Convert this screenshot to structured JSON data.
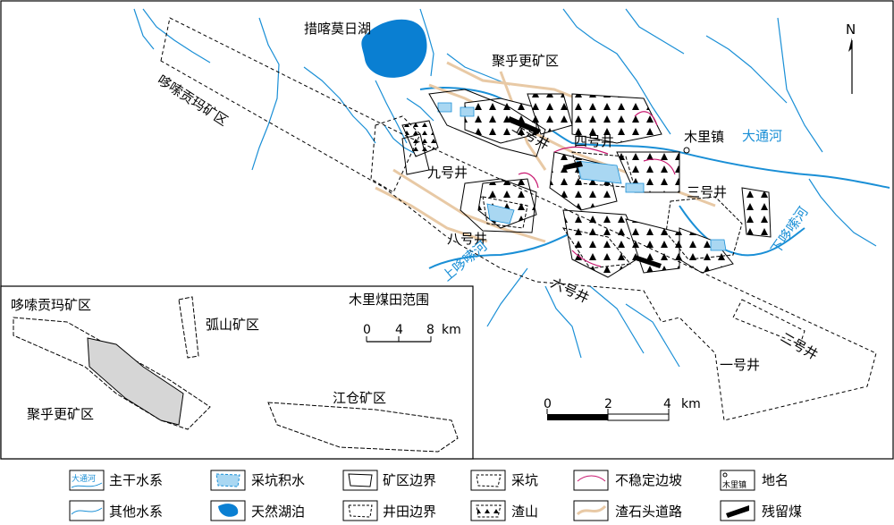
{
  "map": {
    "lake_name": "措喀莫日湖",
    "areas": {
      "duokang_gongma": "哆嗦贡玛矿区",
      "juhugeng": "聚乎更矿区",
      "town": "木里镇",
      "datong_river": "大通河",
      "xia_duokang_river": "下哆嗦河",
      "shang_duokang_river": "上哆嗦河"
    },
    "wells": {
      "w1": "一号井",
      "w2": "二号井",
      "w3": "三号井",
      "w4": "四号井",
      "w6": "六号井",
      "w8": "八号井",
      "w9": "九号井",
      "up": "上号井"
    },
    "north": "N",
    "scale_main": {
      "ticks": [
        "0",
        "2",
        "4"
      ],
      "unit": "km"
    }
  },
  "inset": {
    "title": "木里煤田范围",
    "areas": {
      "duokang_gongma": "哆嗦贡玛矿区",
      "hushan": "弧山矿区",
      "juhugeng": "聚乎更矿区",
      "jiangcang": "江仓矿区"
    },
    "scale": {
      "ticks": [
        "0",
        "4",
        "8"
      ],
      "unit": "km"
    }
  },
  "legend": {
    "items": [
      {
        "label": "主干水系",
        "icon": "main-river-icon",
        "icon_text": "大通河"
      },
      {
        "label": "采坑积水",
        "icon": "pit-water-icon"
      },
      {
        "label": "矿区边界",
        "icon": "mining-boundary-icon"
      },
      {
        "label": "采坑",
        "icon": "pit-icon"
      },
      {
        "label": "不稳定边坡",
        "icon": "unstable-slope-icon"
      },
      {
        "label": "地名",
        "icon": "place-name-icon",
        "icon_text": "木里镇"
      },
      {
        "label": "其他水系",
        "icon": "other-river-icon"
      },
      {
        "label": "天然湖泊",
        "icon": "lake-icon"
      },
      {
        "label": "井田边界",
        "icon": "well-boundary-icon"
      },
      {
        "label": "渣山",
        "icon": "waste-dump-icon"
      },
      {
        "label": "渣石头道路",
        "icon": "road-icon"
      },
      {
        "label": "残留煤",
        "icon": "residual-coal-icon"
      }
    ]
  },
  "colors": {
    "river": "#1a8fd6",
    "lake": "#0a7fd2",
    "road": "#e8c9a5",
    "slope": "#c8176f",
    "pit_water": "#a9d7f2"
  }
}
